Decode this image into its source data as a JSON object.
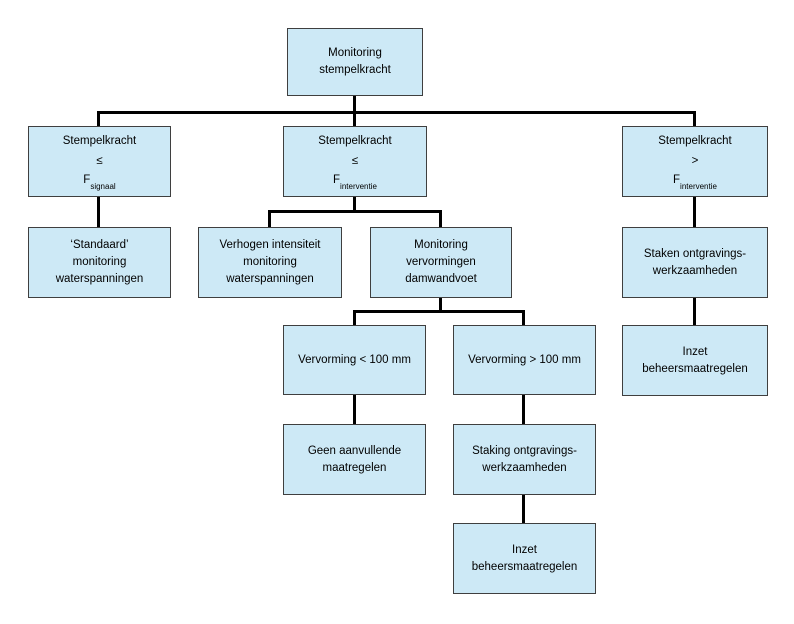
{
  "diagram": {
    "type": "flowchart",
    "language": "nl",
    "colors": {
      "background": "#ffffff",
      "node_fill": "#cde9f6",
      "node_border": "#3f3f3f",
      "connector": "#000000",
      "text": "#000000"
    },
    "nodes": {
      "root": {
        "text": "Monitoring\nstempelkracht"
      },
      "cond_signaal": {
        "title": "Stempelkracht",
        "operator": "≤",
        "f": "F",
        "sub": "signaal"
      },
      "cond_le_interventie": {
        "title": "Stempelkracht",
        "operator": "≤",
        "f": "F",
        "sub": "interventie"
      },
      "cond_gt_interventie": {
        "title": "Stempelkracht",
        "operator": ">",
        "f": "F",
        "sub": "interventie"
      },
      "standaard_monitoring": {
        "text": "‘Standaard’\nmonitoring\nwaterspanningen"
      },
      "verhogen_intensiteit": {
        "text": "Verhogen intensiteit\nmonitoring\nwaterspanningen"
      },
      "monitoring_vervormingen": {
        "text": "Monitoring\nvervormingen\ndamwandvoet"
      },
      "staken_ontgravingen": {
        "text": "Staken ontgravings-\nwerkzaamheden"
      },
      "inzet_beheersmaatregelen_rechts": {
        "text": "Inzet\nbeheersmaatregelen"
      },
      "vervorming_kleiner": {
        "text": "Vervorming < 100 mm"
      },
      "vervorming_groter": {
        "text": "Vervorming > 100 mm"
      },
      "geen_aanvullende": {
        "text": "Geen aanvullende\nmaatregelen"
      },
      "staking_ontgravingen": {
        "text": "Staking ontgravings-\nwerkzaamheden"
      },
      "inzet_beheersmaatregelen_onder": {
        "text": "Inzet\nbeheersmaatregelen"
      }
    }
  }
}
